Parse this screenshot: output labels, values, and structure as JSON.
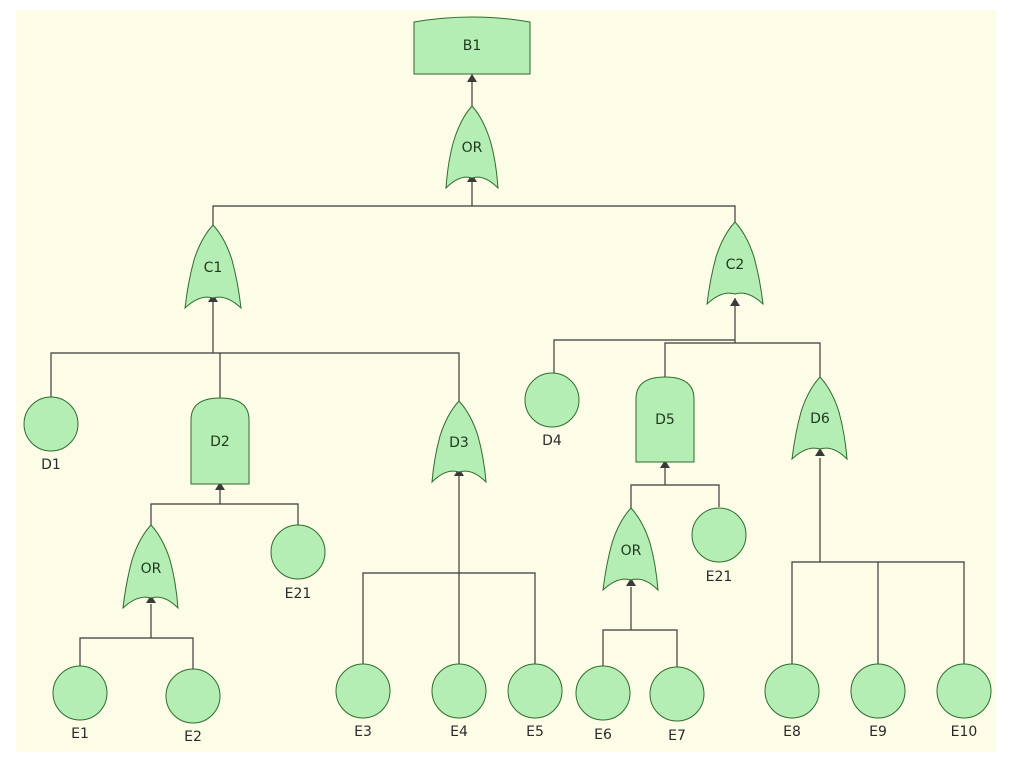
{
  "diagram": {
    "colors": {
      "background": "#fdfde7",
      "fill": "#b4eeb4",
      "outline": "#2f6b2f",
      "wire": "#3a3a3a"
    },
    "nodes": {
      "B1": {
        "label": "B1",
        "shape": "rect-event"
      },
      "OR_TOP": {
        "label": "OR",
        "shape": "or-gate"
      },
      "C1": {
        "label": "C1",
        "shape": "or-gate"
      },
      "C2": {
        "label": "C2",
        "shape": "or-gate"
      },
      "D1": {
        "label": "D1",
        "shape": "basic-event"
      },
      "D2": {
        "label": "D2",
        "shape": "and-gate"
      },
      "D3": {
        "label": "D3",
        "shape": "or-gate"
      },
      "D4": {
        "label": "D4",
        "shape": "basic-event"
      },
      "D5": {
        "label": "D5",
        "shape": "and-gate"
      },
      "D6": {
        "label": "D6",
        "shape": "or-gate"
      },
      "OR_D2": {
        "label": "OR",
        "shape": "or-gate"
      },
      "E21a": {
        "label": "E21",
        "shape": "basic-event"
      },
      "OR_D5": {
        "label": "OR",
        "shape": "or-gate"
      },
      "E21b": {
        "label": "E21",
        "shape": "basic-event"
      },
      "E1": {
        "label": "E1",
        "shape": "basic-event"
      },
      "E2": {
        "label": "E2",
        "shape": "basic-event"
      },
      "E3": {
        "label": "E3",
        "shape": "basic-event"
      },
      "E4": {
        "label": "E4",
        "shape": "basic-event"
      },
      "E5": {
        "label": "E5",
        "shape": "basic-event"
      },
      "E6": {
        "label": "E6",
        "shape": "basic-event"
      },
      "E7": {
        "label": "E7",
        "shape": "basic-event"
      },
      "E8": {
        "label": "E8",
        "shape": "basic-event"
      },
      "E9": {
        "label": "E9",
        "shape": "basic-event"
      },
      "E10": {
        "label": "E10",
        "shape": "basic-event"
      }
    },
    "edges": [
      [
        "B1",
        "OR_TOP"
      ],
      [
        "OR_TOP",
        "C1"
      ],
      [
        "OR_TOP",
        "C2"
      ],
      [
        "C1",
        "D1"
      ],
      [
        "C1",
        "D2"
      ],
      [
        "C1",
        "D3"
      ],
      [
        "D2",
        "OR_D2"
      ],
      [
        "D2",
        "E21a"
      ],
      [
        "OR_D2",
        "E1"
      ],
      [
        "OR_D2",
        "E2"
      ],
      [
        "D3",
        "E3"
      ],
      [
        "D3",
        "E4"
      ],
      [
        "D3",
        "E5"
      ],
      [
        "C2",
        "D4"
      ],
      [
        "C2",
        "D5"
      ],
      [
        "C2",
        "D6"
      ],
      [
        "D5",
        "OR_D5"
      ],
      [
        "D5",
        "E21b"
      ],
      [
        "OR_D5",
        "E6"
      ],
      [
        "OR_D5",
        "E7"
      ],
      [
        "D6",
        "E8"
      ],
      [
        "D6",
        "E9"
      ],
      [
        "D6",
        "E10"
      ]
    ]
  }
}
